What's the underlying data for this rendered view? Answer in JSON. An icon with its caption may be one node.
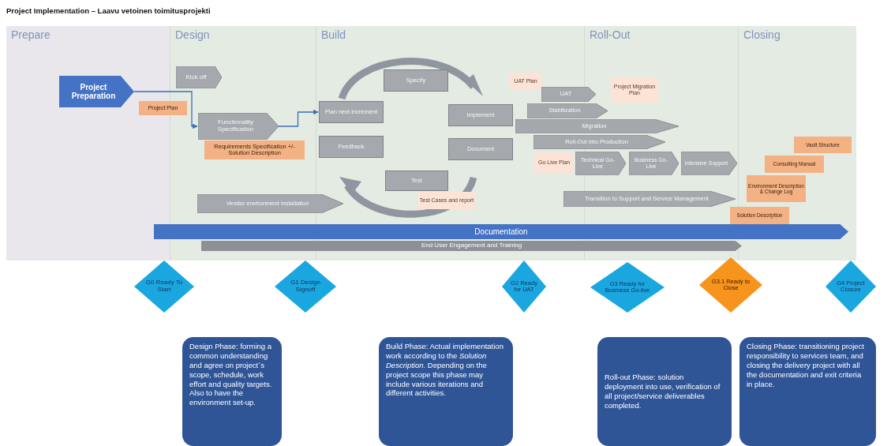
{
  "diagram": {
    "title": "Project Implementation – Laavu vetoinen toimitusprojekti",
    "nodes": [
      {
        "text": [
          "Prepare"
        ]
      },
      {
        "text": [
          "Design"
        ]
      },
      {
        "text": [
          "Build"
        ]
      },
      {
        "text": [
          "Roll-Out"
        ]
      },
      {
        "text": [
          "Closing"
        ]
      },
      {
        "text": [
          "Project Preparation"
        ],
        "in": 0
      },
      {
        "text": [
          "Kick off"
        ],
        "in": 1
      },
      {
        "text": [
          "Project Plan"
        ]
      },
      {
        "text": [
          "Functionality Specification"
        ],
        "in": 1
      },
      {
        "text": [
          "Requirements Specification +/- Solution Description"
        ],
        "in": 1
      },
      {
        "text": [
          "Plan next increment"
        ],
        "in": 2
      },
      {
        "text": [
          "Specify"
        ],
        "in": 2
      },
      {
        "text": [
          "Implement"
        ],
        "in": 2
      },
      {
        "text": [
          "Feedback"
        ],
        "in": 2
      },
      {
        "text": [
          "Document"
        ],
        "in": 2
      },
      {
        "text": [
          "Test"
        ],
        "in": 2
      },
      {
        "text": [
          "Test Cases and report"
        ],
        "in": 2
      },
      {
        "text": [
          "UAT Plan"
        ],
        "in": 2
      },
      {
        "text": [
          "UAT"
        ]
      },
      {
        "text": [
          "Stabilization"
        ]
      },
      {
        "text": [
          "Project Migration Plan"
        ],
        "in": 3
      },
      {
        "text": [
          "Migration"
        ]
      },
      {
        "text": [
          "Roll-Out into Production"
        ]
      },
      {
        "text": [
          "Go Live Plan"
        ],
        "in": 2
      },
      {
        "text": [
          "Technical Go-Live"
        ]
      },
      {
        "text": [
          "Business Go-Live"
        ],
        "in": 3
      },
      {
        "text": [
          "Intensive Support"
        ],
        "in": 3
      },
      {
        "text": [
          "Transition to Support and Service Management"
        ]
      },
      {
        "text": [
          "Vendor environment installation"
        ]
      },
      {
        "text": [
          "Vault Structure"
        ],
        "in": 4
      },
      {
        "text": [
          "Consulting Manual"
        ],
        "in": 4
      },
      {
        "text": [
          "Environment Description & Change Log"
        ],
        "in": 4
      },
      {
        "text": [
          "Solution Description"
        ]
      },
      {
        "text": [
          "Documentation"
        ]
      },
      {
        "text": [
          "End User Engagement and Training"
        ]
      },
      {
        "text": [
          "G0 Ready To Start"
        ]
      },
      {
        "text": [
          "G1 Design Signoff"
        ]
      },
      {
        "text": [
          "G2 Ready for UAT"
        ]
      },
      {
        "text": [
          "G3 Ready for Business Go-live"
        ]
      },
      {
        "text": [
          "G3.1 Ready to Close"
        ]
      },
      {
        "text": [
          "G4 Project Closure"
        ]
      },
      {
        "text": [
          "Design Phase: forming a common understanding and agree on project´s scope, schedule, work effort and quality targets. Also to have the environment set-up."
        ]
      },
      {
        "text": [
          "Build Phase: Actual implementation work according to the *Solution Description*. Depending on the project scope this phase may include various iterations and different activities."
        ]
      },
      {
        "text": [
          "Roll-out Phase: solution deployment into use, verification of all project/service deliverables completed."
        ]
      },
      {
        "text": [
          "Closing Phase: transitioning project responsibility to services team, and closing the delivery project with all the documentation and exit criteria in place."
        ]
      }
    ],
    "edges": [
      {
        "from": 5,
        "to": 8,
        "arrow": "to"
      },
      {
        "from": 8,
        "to": 10,
        "arrow": "to"
      }
    ]
  }
}
